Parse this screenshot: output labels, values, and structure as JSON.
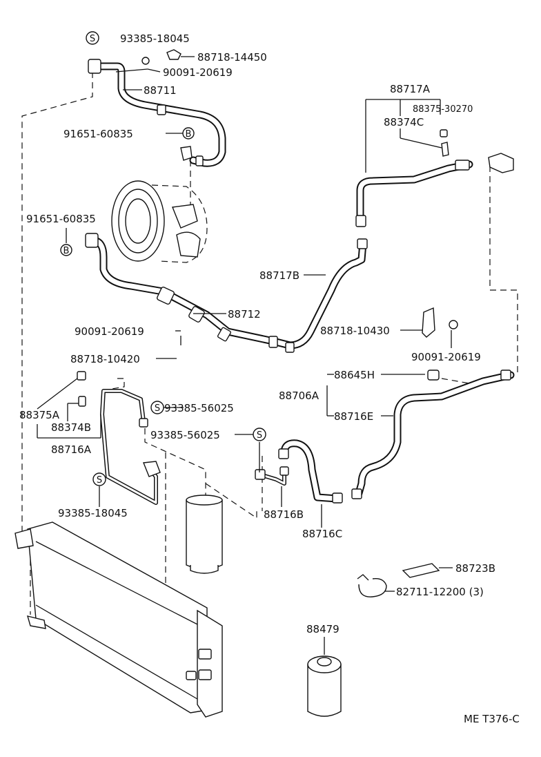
{
  "labels": {
    "p93385_18045_top": "93385-18045",
    "p88718_14450": "88718-14450",
    "p90091_20619_top": "90091-20619",
    "p88711": "88711",
    "p91651_60835_upper": "91651-60835",
    "p91651_60835_lower": "91651-60835",
    "p88717A": "88717A",
    "p88375_30270": "88375-30270",
    "p88374C": "88374C",
    "p88717B": "88717B",
    "p88712": "88712",
    "p90091_20619_mid": "90091-20619",
    "p88718_10420": "88718-10420",
    "p88718_10430": "88718-10430",
    "p90091_20619_right": "90091-20619",
    "p88645H": "88645H",
    "p88706A": "88706A",
    "p88716E": "88716E",
    "p88375A": "88375A",
    "p88374B": "88374B",
    "p88716A": "88716A",
    "p93385_56025_a": "93385-56025",
    "p93385_56025_b": "93385-56025",
    "p93385_18045_bottom": "93385-18045",
    "p88716B": "88716B",
    "p88716C": "88716C",
    "p88723B": "88723B",
    "p82711_12200": "82711-12200 (3)",
    "p88479": "88479",
    "ref_code": "ME T376-C"
  },
  "markers": {
    "s": "S",
    "b": "B"
  }
}
